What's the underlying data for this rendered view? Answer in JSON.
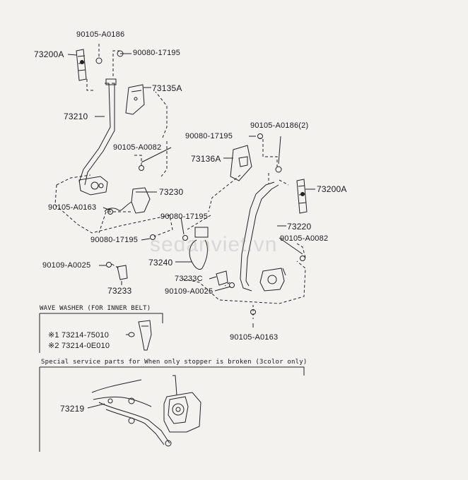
{
  "labels": {
    "p90105_a0186": "90105-A0186",
    "p73200a_left": "73200A",
    "p90080_17195_top": "90080-17195",
    "p73135a": "73135A",
    "p73210": "73210",
    "p90080_17195_mid": "90080-17195",
    "p90105_a0186_2": "90105-A0186(2)",
    "p90105_a0082_left": "90105-A0082",
    "p73136a": "73136A",
    "p73200a_right": "73200A",
    "p73230": "73230",
    "p90105_a0163_left": "90105-A0163",
    "p90080_17195_low": "90080-17195",
    "p73220": "73220",
    "p90080_17195_bottom": "90080-17195",
    "p90105_a0082_right": "90105-A0082",
    "p73240": "73240",
    "p90109_a0025_left": "90109-A0025",
    "p73233c": "73233C",
    "p90109_a0025_right": "90109-A0025",
    "p73233": "73233",
    "p90105_a0163_right": "90105-A0163",
    "p73219": "73219"
  },
  "wave_washer": {
    "title": "WAVE WASHER (FOR INNER BELT)",
    "item1": "※1 73214-75010",
    "item2": "※2 73214-0E010"
  },
  "special_note": "Special service parts for When only stopper is broken (3color only)",
  "watermark": "sedanviet.vn"
}
